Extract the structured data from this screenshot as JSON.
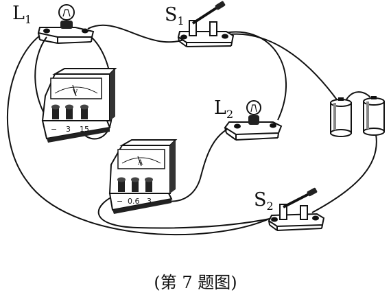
{
  "labels": {
    "lamp1": {
      "main": "L",
      "sub": "1"
    },
    "lamp2": {
      "main": "L",
      "sub": "2"
    },
    "switch1": {
      "main": "S",
      "sub": "1"
    },
    "switch2": {
      "main": "S",
      "sub": "2"
    }
  },
  "voltmeter": {
    "dial": "V",
    "terminals": [
      "−",
      "3",
      "15"
    ]
  },
  "ammeter": {
    "dial": "A",
    "terminals": [
      "−",
      "0.6",
      "3"
    ]
  },
  "caption": "(第 7 题图)"
}
